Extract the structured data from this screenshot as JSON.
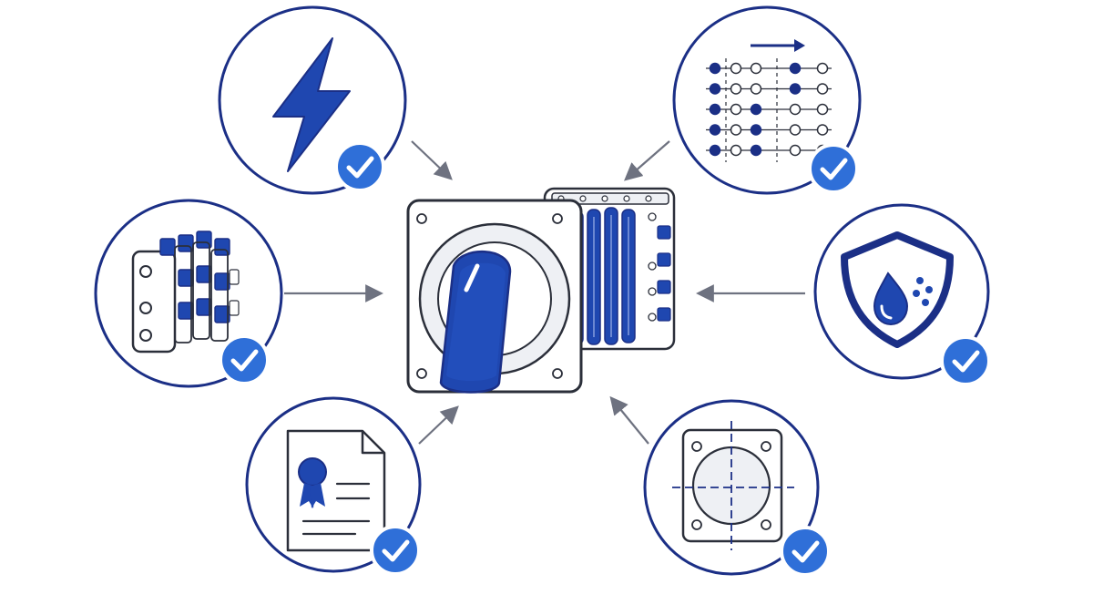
{
  "colors": {
    "navy": "#1b2f86",
    "blue": "#1f47b0",
    "check": "#2f6fd8",
    "arrow": "#6e7280",
    "outline": "#2b2f3a",
    "panel": "#eef0f4"
  },
  "center": {
    "device": "rotary-cam-switch"
  },
  "features": [
    {
      "id": "electrical-rating",
      "icon": "lightning-bolt-icon",
      "checked": true
    },
    {
      "id": "switching-program",
      "icon": "contact-dot-matrix-icon",
      "checked": true
    },
    {
      "id": "modular-stages",
      "icon": "contact-block-stack-icon",
      "checked": true
    },
    {
      "id": "ingress-protection",
      "icon": "shield-water-drop-icon",
      "checked": true
    },
    {
      "id": "certification",
      "icon": "certificate-document-icon",
      "checked": true
    },
    {
      "id": "mounting-cutout",
      "icon": "mounting-plate-icon",
      "checked": true
    }
  ],
  "matrix": {
    "rows": [
      [
        1,
        0,
        0,
        1,
        0
      ],
      [
        1,
        0,
        0,
        1,
        0
      ],
      [
        1,
        0,
        1,
        0,
        0
      ],
      [
        1,
        0,
        1,
        0,
        0
      ],
      [
        1,
        0,
        1,
        0,
        0
      ]
    ]
  }
}
